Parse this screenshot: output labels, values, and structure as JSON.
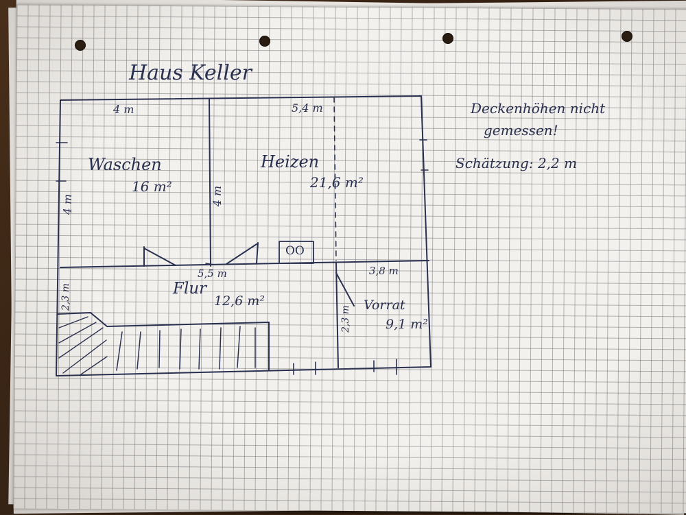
{
  "title": "Haus Keller",
  "rooms": [
    {
      "name": "Waschen",
      "area": "16 m²",
      "width": "4 m",
      "depth": "4 m"
    },
    {
      "name": "Heizen",
      "area": "21,6 m²",
      "width": "5,4 m",
      "depth": "4 m"
    },
    {
      "name": "Flur",
      "area": "12,6 m²",
      "width": "5,5 m",
      "depth": "2,3 m"
    },
    {
      "name": "Vorrat",
      "area": "9,1 m²",
      "width": "3,8 m",
      "depth": "2,3 m"
    }
  ],
  "notes": {
    "line1": "Deckenhöhen nicht",
    "line2": "gemessen!",
    "line3": "Schätzung: 2,2 m"
  },
  "symbols": {
    "boiler": "OO"
  },
  "ink_color": "#2a3050"
}
